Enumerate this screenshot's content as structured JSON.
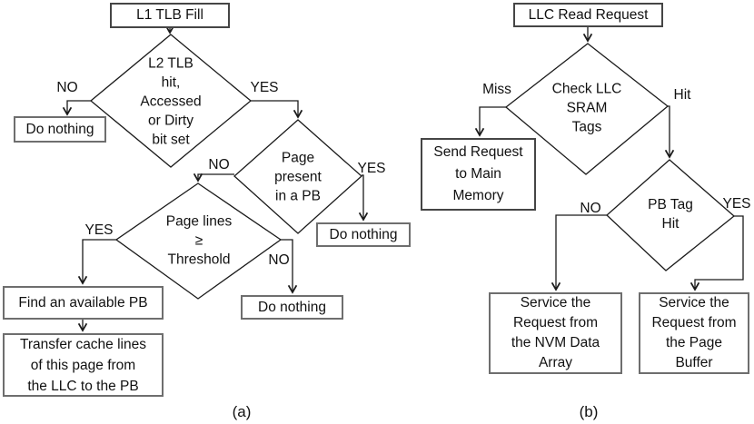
{
  "colors": {
    "background": "#ffffff",
    "line": "#1a1a1a",
    "box_border": "#6e6e6e",
    "box_border_dark": "#454545",
    "text": "#111111"
  },
  "flowchart_a": {
    "caption": "(a)",
    "nodes": {
      "start": "L1 TLB Fill",
      "tlb_decision": "L2 TLB\nhit,\nAccessed\nor Dirty\nbit set",
      "do_nothing_left": "Do nothing",
      "page_present_decision": "Page\npresent\nin a PB",
      "do_nothing_right": "Do nothing",
      "page_lines_decision": "Page lines\n≥\nThreshold",
      "do_nothing_bottom": "Do nothing",
      "find_pb": "Find an available PB",
      "transfer": "Transfer cache lines\nof this page from\nthe LLC to the PB"
    },
    "labels": {
      "no1": "NO",
      "yes1": "YES",
      "no2": "NO",
      "yes2": "YES",
      "yes3": "YES",
      "no3": "NO"
    }
  },
  "flowchart_b": {
    "caption": "(b)",
    "nodes": {
      "start": "LLC Read Request",
      "check_tags_decision": "Check LLC\nSRAM\nTags",
      "send_main_memory": "Send Request\nto Main\nMemory",
      "pb_tag_decision": "PB Tag\nHit",
      "service_nvm": "Service the\nRequest from\nthe NVM Data\nArray",
      "service_pb": "Service the\nRequest from\nthe Page\nBuffer"
    },
    "labels": {
      "miss": "Miss",
      "hit": "Hit",
      "no": "NO",
      "yes": "YES"
    }
  }
}
